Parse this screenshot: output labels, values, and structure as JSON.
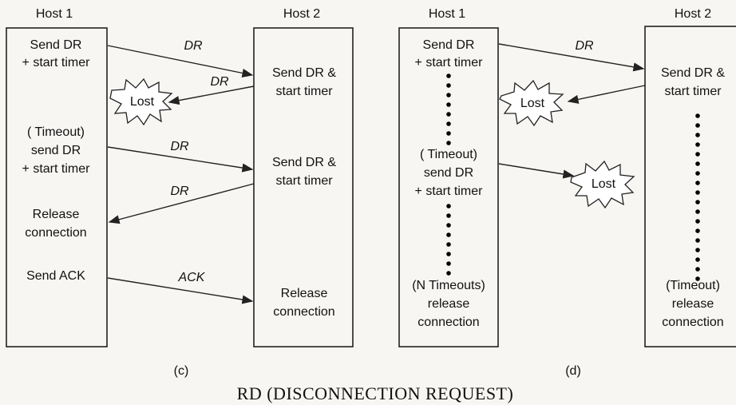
{
  "panel_c": {
    "host1_title": "Host 1",
    "host2_title": "Host 2",
    "h1_step1": [
      "Send DR",
      "+ start timer"
    ],
    "h2_step1": [
      "Send DR &",
      "start timer"
    ],
    "lost": "Lost",
    "h1_step2": [
      "( Timeout)",
      "send DR",
      "+ start timer"
    ],
    "h2_step2": [
      "Send DR &",
      "start timer"
    ],
    "h1_release": [
      "Release",
      "connection"
    ],
    "h1_ack": "Send ACK",
    "h2_release": [
      "Release",
      "connection"
    ],
    "arrow_dr": "DR",
    "arrow_ack": "ACK",
    "label": "(c)"
  },
  "panel_d": {
    "host1_title": "Host 1",
    "host2_title": "Host 2",
    "h1_step1": [
      "Send DR",
      "+ start timer"
    ],
    "h2_step1": [
      "Send DR &",
      "start timer"
    ],
    "lost": "Lost",
    "h1_step2": [
      "( Timeout)",
      "send DR",
      "+ start timer"
    ],
    "h1_release": [
      "(N Timeouts)",
      "release",
      "connection"
    ],
    "h2_release": [
      "(Timeout)",
      "release",
      "connection"
    ],
    "arrow_dr": "DR",
    "label": "(d)"
  },
  "caption": "RD (DISCONNECTION REQUEST)"
}
